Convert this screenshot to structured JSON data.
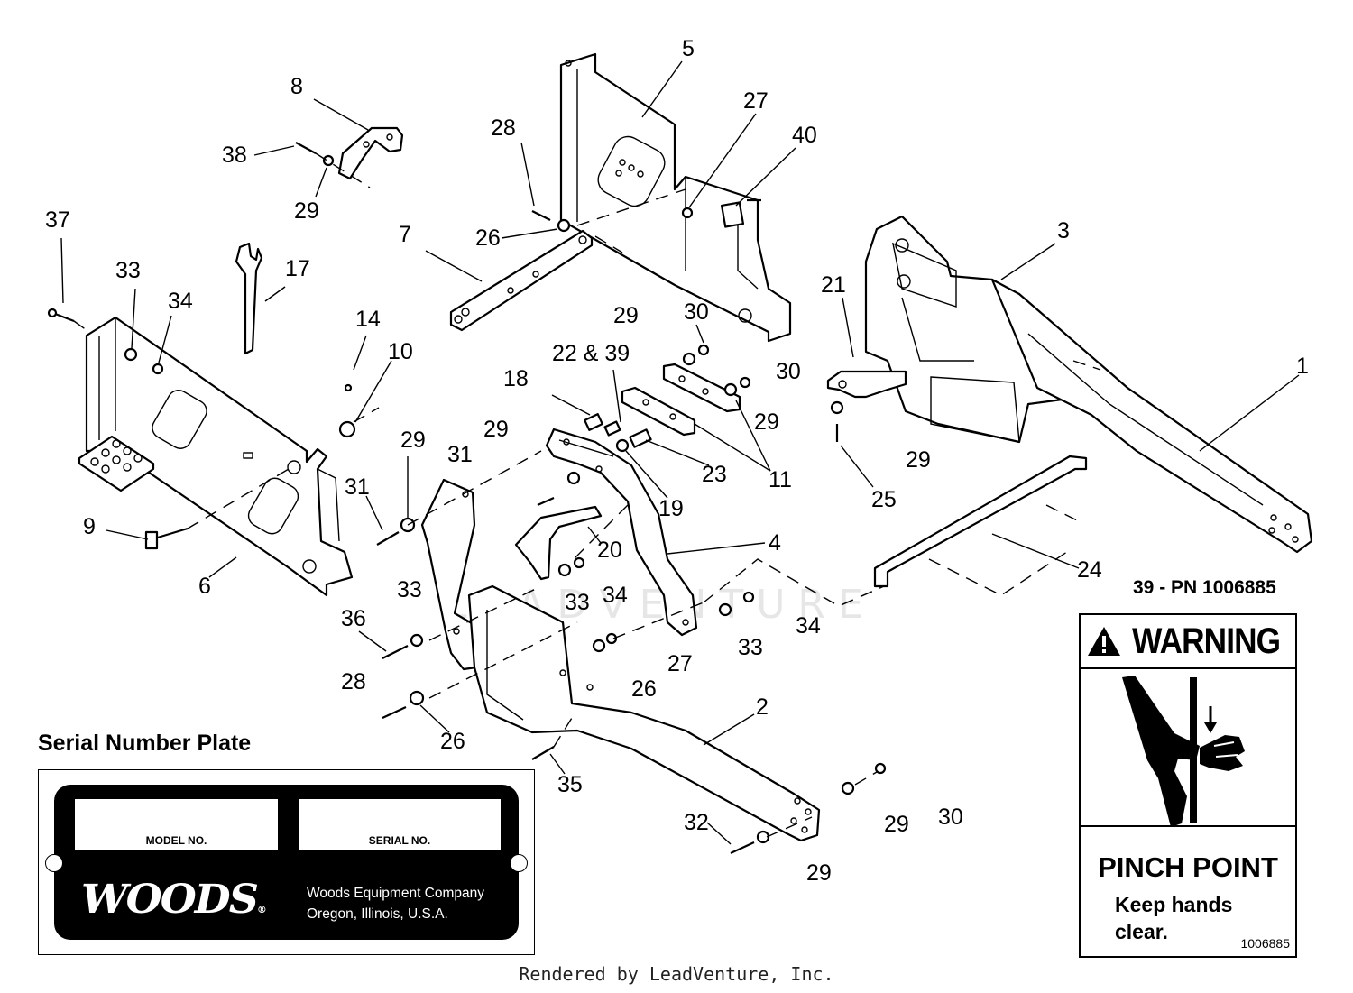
{
  "callouts": {
    "c1": "1",
    "c2": "2",
    "c3": "3",
    "c4": "4",
    "c5": "5",
    "c6": "6",
    "c7": "7",
    "c8": "8",
    "c9": "9",
    "c10": "10",
    "c11": "11",
    "c14": "14",
    "c17": "17",
    "c18": "18",
    "c19": "19",
    "c20": "20",
    "c21": "21",
    "c22_39": "22 & 39",
    "c23": "23",
    "c24": "24",
    "c25": "25",
    "c26": "26",
    "c27": "27",
    "c28": "28",
    "c29": "29",
    "c30": "30",
    "c31": "31",
    "c32": "32",
    "c33": "33",
    "c34": "34",
    "c35": "35",
    "c36": "36",
    "c37": "37",
    "c38": "38",
    "c40": "40"
  },
  "serial_plate": {
    "title": "Serial Number Plate",
    "model_label": "MODEL NO.",
    "serial_label": "SERIAL NO.",
    "brand": "WOODS",
    "brand_mark": "®",
    "company_line1": "Woods Equipment Company",
    "company_line2": "Oregon, Illinois, U.S.A."
  },
  "warning_decal": {
    "part_number": "39 - PN 1006885",
    "header": "WARNING",
    "hazard": "PINCH POINT",
    "instruction_line1": "Keep hands",
    "instruction_line2": "clear.",
    "decal_code": "1006885"
  },
  "watermark": "LEADVENTURE",
  "footer": "Rendered by LeadVenture, Inc."
}
